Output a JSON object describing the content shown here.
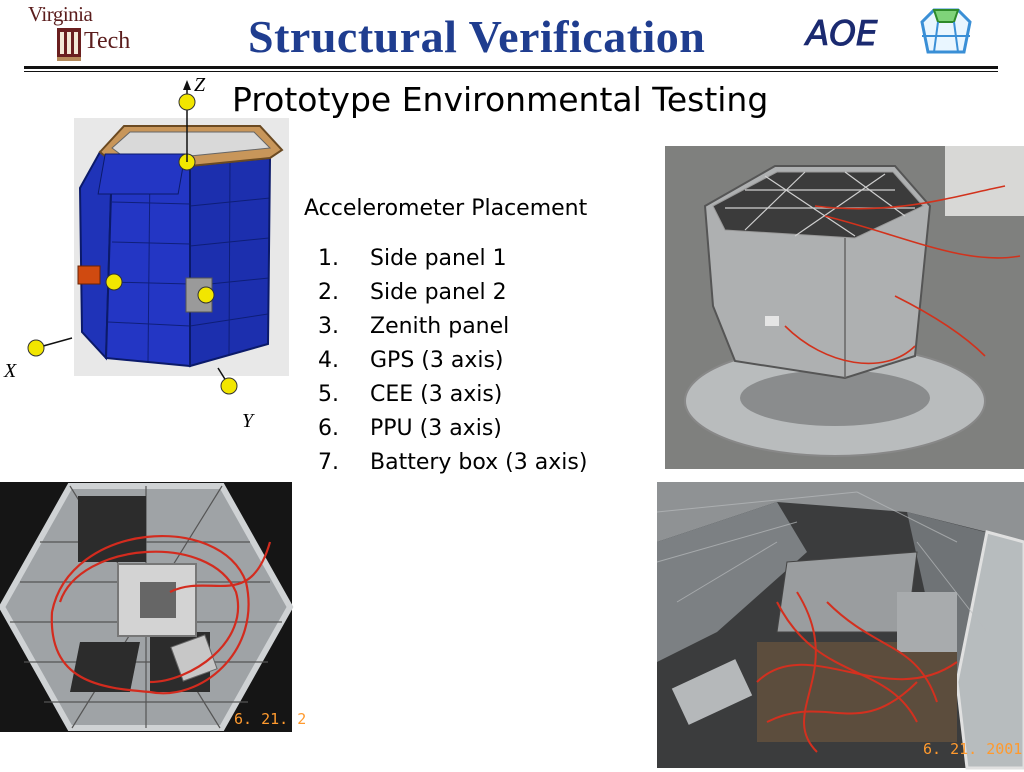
{
  "header": {
    "logo_virginia": "Virginia",
    "logo_tech": "Tech",
    "title": "Structural Verification",
    "aoe_logo": "AOE"
  },
  "subtitle": "Prototype Environmental Testing",
  "diagram": {
    "axis_z": "Z",
    "axis_x": "X",
    "axis_y": "Y"
  },
  "accelerometer": {
    "heading": "Accelerometer Placement",
    "items": [
      {
        "num": "1.",
        "label": "Side panel 1"
      },
      {
        "num": "2.",
        "label": "Side panel 2"
      },
      {
        "num": "3.",
        "label": "Zenith panel"
      },
      {
        "num": "4.",
        "label": "GPS (3 axis)"
      },
      {
        "num": "5.",
        "label": "CEE (3 axis)"
      },
      {
        "num": "6.",
        "label": "PPU (3 axis)"
      },
      {
        "num": "7.",
        "label": "Battery box (3 axis)"
      }
    ]
  },
  "photos": {
    "left_date_stamp": "6. 21. 2",
    "right_date_stamp": "6. 21. 2001"
  },
  "colors": {
    "title_blue": "#1f3d8f",
    "vt_maroon": "#5b1d1d",
    "marker_yellow": "#f2e600",
    "panel_blue": "#1f33b8"
  }
}
